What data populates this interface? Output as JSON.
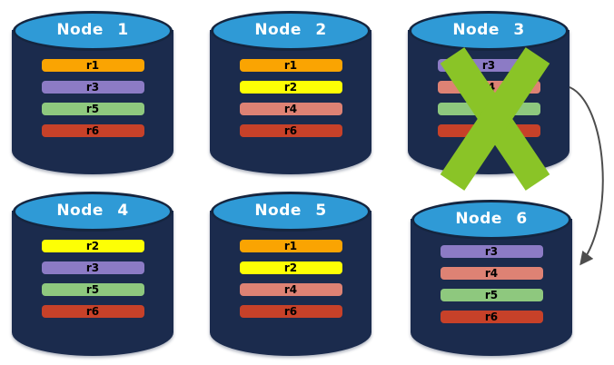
{
  "palette": {
    "background": "#FFFFFF",
    "cylinder_body": "#1B2B4D",
    "cylinder_top": "#2F9AD6",
    "cylinder_edge": "#15253F",
    "node_title_text": "#FFFFFF",
    "replica_label_text": "#000000",
    "failure_cross": "#8AC427",
    "arrow": "#4D4D4D"
  },
  "nodes": [
    {
      "title": "Node 1",
      "failed": false,
      "replicas": [
        {
          "label": "r1",
          "color": "#FAA402"
        },
        {
          "label": "r3",
          "color": "#8C7BC5"
        },
        {
          "label": "r5",
          "color": "#8EC87E"
        },
        {
          "label": "r6",
          "color": "#C74129"
        }
      ]
    },
    {
      "title": "Node 2",
      "failed": false,
      "replicas": [
        {
          "label": "r1",
          "color": "#FAA402"
        },
        {
          "label": "r2",
          "color": "#FDFF05"
        },
        {
          "label": "r4",
          "color": "#DE8274"
        },
        {
          "label": "r6",
          "color": "#C74129"
        }
      ]
    },
    {
      "title": "Node 3",
      "failed": true,
      "replicas": [
        {
          "label": "r3",
          "color": "#8C7BC5"
        },
        {
          "label": "r4",
          "color": "#DE8274"
        },
        {
          "label": "r5",
          "color": "#8EC87E"
        },
        {
          "label": "r6",
          "color": "#C74129"
        }
      ]
    },
    {
      "title": "Node 4",
      "failed": false,
      "replicas": [
        {
          "label": "r2",
          "color": "#FDFF05"
        },
        {
          "label": "r3",
          "color": "#8C7BC5"
        },
        {
          "label": "r5",
          "color": "#8EC87E"
        },
        {
          "label": "r6",
          "color": "#C74129"
        }
      ]
    },
    {
      "title": "Node 5",
      "failed": false,
      "replicas": [
        {
          "label": "r1",
          "color": "#FAA402"
        },
        {
          "label": "r2",
          "color": "#FDFF05"
        },
        {
          "label": "r4",
          "color": "#DE8274"
        },
        {
          "label": "r6",
          "color": "#C74129"
        }
      ]
    },
    {
      "title": "Node 6",
      "failed": false,
      "replicas": [
        {
          "label": "r3",
          "color": "#8C7BC5"
        },
        {
          "label": "r4",
          "color": "#DE8274"
        },
        {
          "label": "r5",
          "color": "#8EC87E"
        },
        {
          "label": "r6",
          "color": "#C74129"
        }
      ]
    }
  ]
}
